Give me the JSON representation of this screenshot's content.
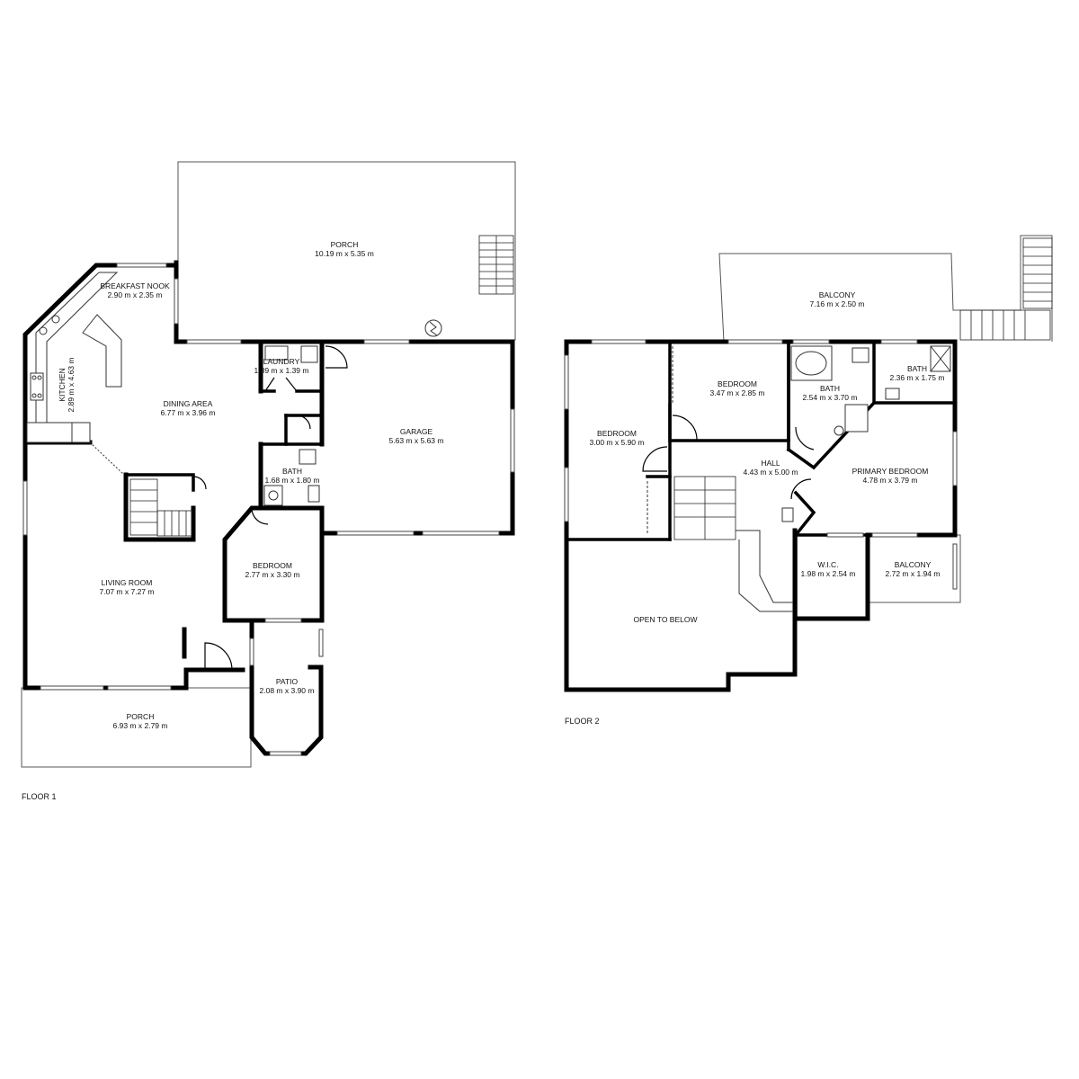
{
  "floors": [
    {
      "label": "FLOOR 1",
      "rooms": [
        {
          "name": "PORCH",
          "size": "10.19 m x 5.35 m"
        },
        {
          "name": "BREAKFAST NOOK",
          "size": "2.90 m x 2.35 m"
        },
        {
          "name": "KITCHEN",
          "size": "2.89 m x 4.63 m"
        },
        {
          "name": "DINING AREA",
          "size": "6.77 m x 3.96 m"
        },
        {
          "name": "LAUNDRY",
          "size": "1.39 m x 1.39 m"
        },
        {
          "name": "GARAGE",
          "size": "5.63 m x 5.63 m"
        },
        {
          "name": "BATH",
          "size": "1.68 m x 1.80 m"
        },
        {
          "name": "BEDROOM",
          "size": "2.77 m x 3.30 m"
        },
        {
          "name": "LIVING ROOM",
          "size": "7.07 m x 7.27 m"
        },
        {
          "name": "PATIO",
          "size": "2.08 m x 3.90 m"
        },
        {
          "name": "PORCH",
          "size": "6.93 m x 2.79 m"
        }
      ]
    },
    {
      "label": "FLOOR 2",
      "rooms": [
        {
          "name": "BALCONY",
          "size": "7.16 m x 2.50 m"
        },
        {
          "name": "BEDROOM",
          "size": "3.47 m x 2.85 m"
        },
        {
          "name": "BATH",
          "size": "2.54 m x 3.70 m"
        },
        {
          "name": "BATH",
          "size": "2.36 m x 1.75 m"
        },
        {
          "name": "BEDROOM",
          "size": "3.00 m x 5.90 m"
        },
        {
          "name": "HALL",
          "size": "4.43 m x 5.00 m"
        },
        {
          "name": "PRIMARY BEDROOM",
          "size": "4.78 m x 3.79 m"
        },
        {
          "name": "W.I.C.",
          "size": "1.98 m x 2.54 m"
        },
        {
          "name": "BALCONY",
          "size": "2.72 m x 1.94 m"
        },
        {
          "name": "OPEN TO BELOW",
          "size": ""
        }
      ]
    }
  ]
}
